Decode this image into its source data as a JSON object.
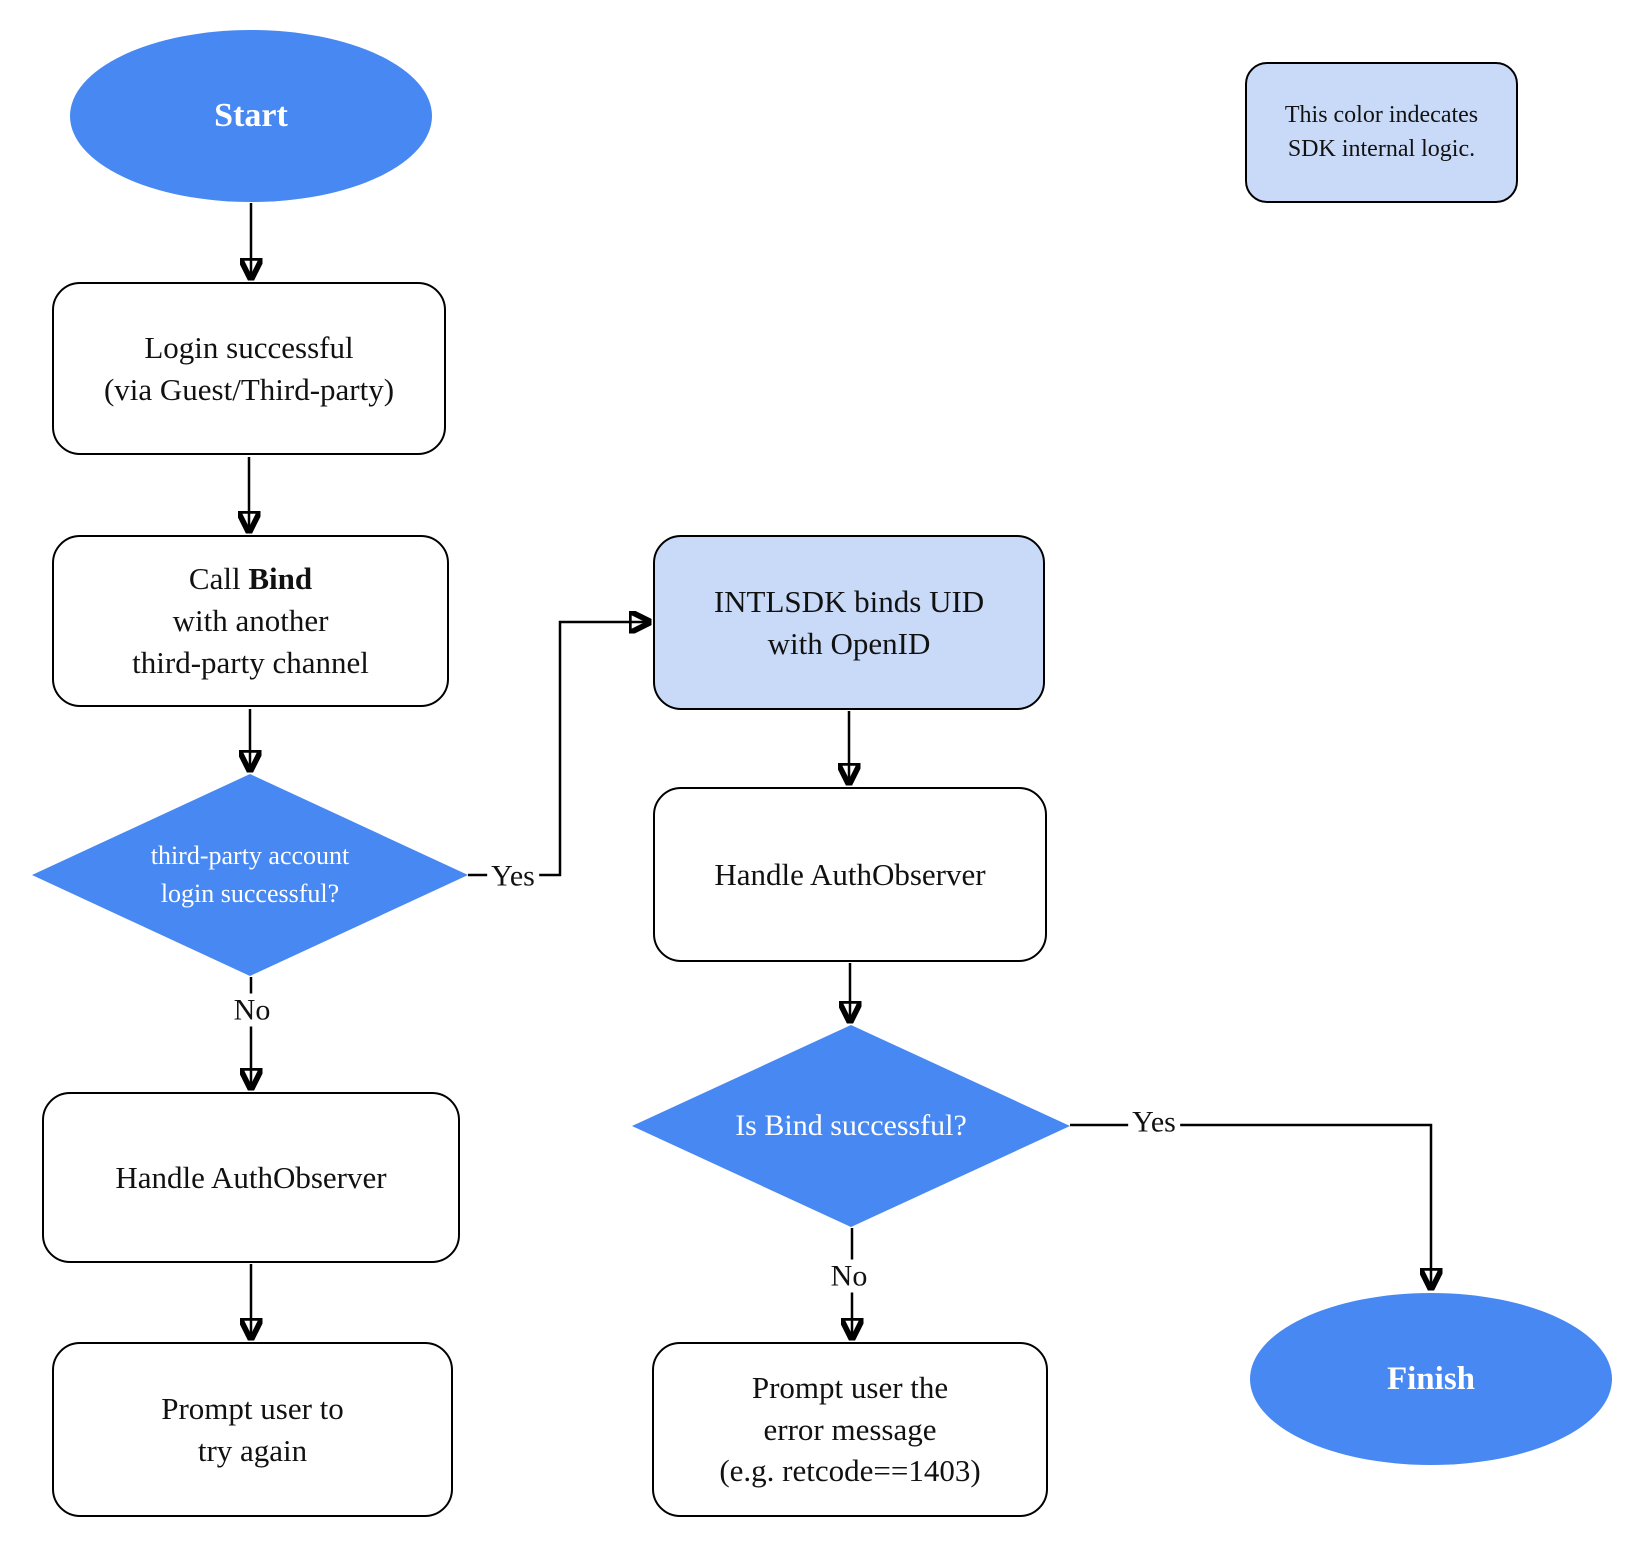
{
  "diagram": {
    "colors": {
      "node_blue": "#4788F3",
      "sdk_blue": "#C9DAF8",
      "line": "#000000",
      "text_dark": "#111111",
      "text_light": "#FFFFFF"
    },
    "legend": {
      "line1": "This color indecates",
      "line2": "SDK internal logic."
    },
    "nodes": {
      "start": {
        "label": "Start"
      },
      "login_successful": {
        "line1": "Login successful",
        "line2": "(via Guest/Third-party)"
      },
      "call_bind": {
        "line1_pre": "Call",
        "line1_bold": "Bind",
        "line2": "with another",
        "line3": "third-party channel"
      },
      "third_party_login_decision": {
        "line1": "third-party account",
        "line2": "login successful?"
      },
      "handle_auth_observer_left": {
        "label": "Handle AuthObserver"
      },
      "prompt_try_again": {
        "line1": "Prompt user to",
        "line2": "try again"
      },
      "intlsdk_binds": {
        "line1": "INTLSDK binds UID",
        "line2": "with OpenID"
      },
      "handle_auth_observer_mid": {
        "label": "Handle AuthObserver"
      },
      "is_bind_decision": {
        "label": "Is Bind successful?"
      },
      "prompt_error": {
        "line1": "Prompt user the",
        "line2": "error message",
        "line3": "(e.g. retcode==1403)"
      },
      "finish": {
        "label": "Finish"
      }
    },
    "edge_labels": {
      "yes1": "Yes",
      "no1": "No",
      "yes2": "Yes",
      "no2": "No"
    }
  }
}
